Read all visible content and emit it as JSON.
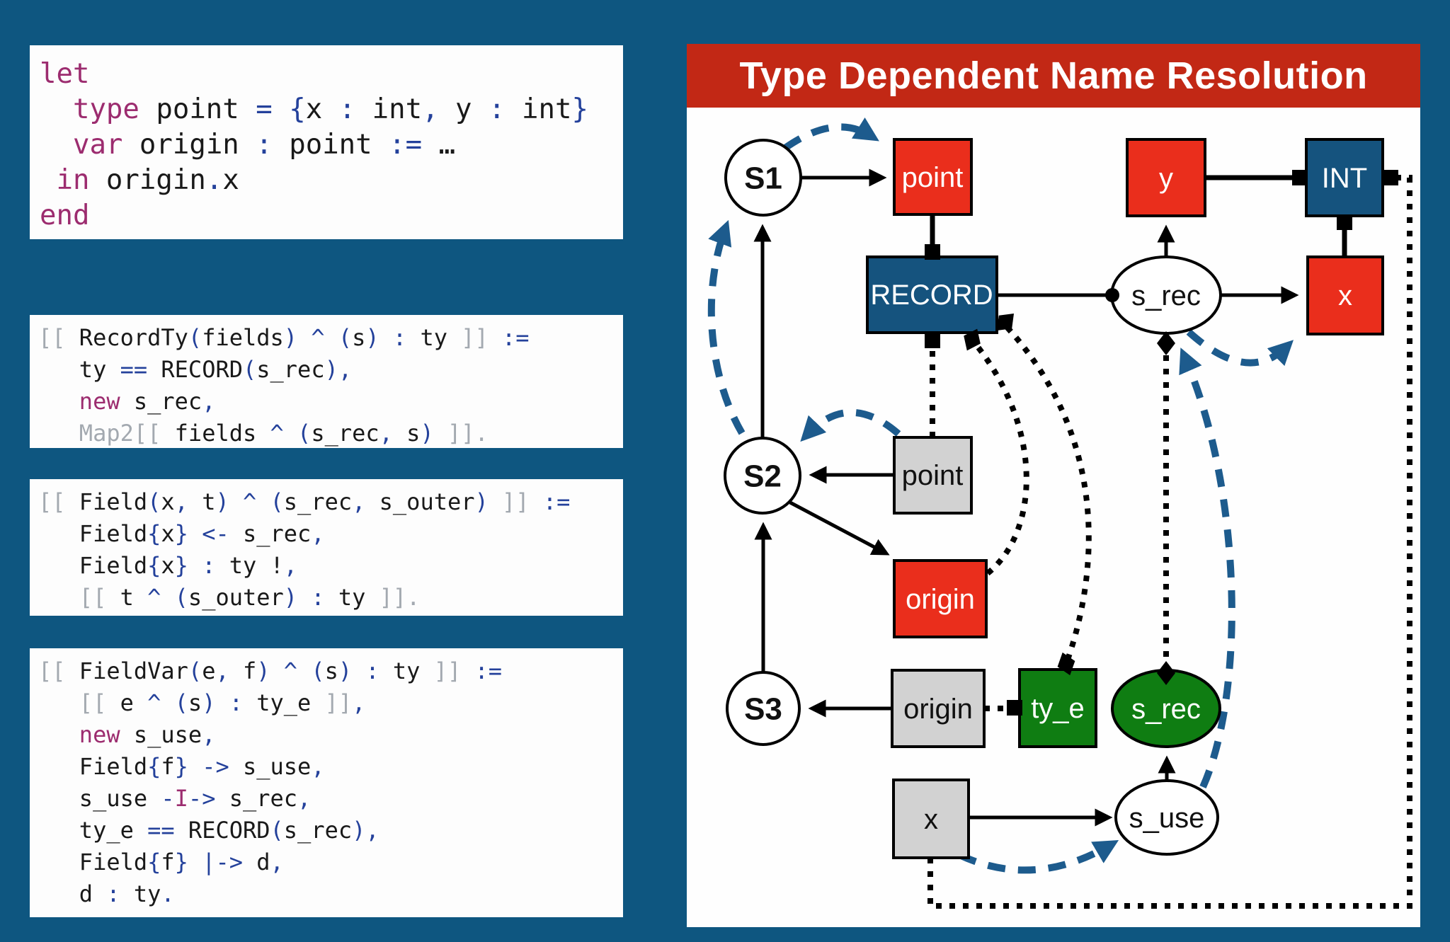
{
  "page": {
    "background": "#0e5680",
    "card_background": "#fdfdfd",
    "accent_colors": {
      "banner_red": "#c22815",
      "node_red": "#ea2e1c",
      "node_dark_blue": "#15537e",
      "node_green": "#0f7d12",
      "node_gray": "#d2d2d2",
      "blue_arrow": "#1d5b8d",
      "code_keyword": "#9c2c6f",
      "code_punct": "#24419b",
      "code_bracket": "#a3a9b0"
    }
  },
  "code_blocks": [
    {
      "name": "example-program",
      "lines": [
        [
          {
            "t": "let",
            "c": "kw"
          }
        ],
        [
          {
            "t": "  ",
            "c": "pl"
          },
          {
            "t": "type",
            "c": "kw"
          },
          {
            "t": " point ",
            "c": "pl"
          },
          {
            "t": "= {",
            "c": "pu"
          },
          {
            "t": "x ",
            "c": "pl"
          },
          {
            "t": ":",
            "c": "pu"
          },
          {
            "t": " int",
            "c": "pl"
          },
          {
            "t": ",",
            "c": "pu"
          },
          {
            "t": " y ",
            "c": "pl"
          },
          {
            "t": ":",
            "c": "pu"
          },
          {
            "t": " int",
            "c": "pl"
          },
          {
            "t": "}",
            "c": "pu"
          }
        ],
        [
          {
            "t": "  ",
            "c": "pl"
          },
          {
            "t": "var",
            "c": "kw"
          },
          {
            "t": " origin ",
            "c": "pl"
          },
          {
            "t": ":",
            "c": "pu"
          },
          {
            "t": " point ",
            "c": "pl"
          },
          {
            "t": ":=",
            "c": "pu"
          },
          {
            "t": " …",
            "c": "pl"
          }
        ],
        [
          {
            "t": " ",
            "c": "pl"
          },
          {
            "t": "in",
            "c": "kw"
          },
          {
            "t": " origin",
            "c": "pl"
          },
          {
            "t": ".",
            "c": "pu"
          },
          {
            "t": "x",
            "c": "pl"
          }
        ],
        [
          {
            "t": "end",
            "c": "kw"
          }
        ]
      ]
    },
    {
      "name": "rule-recordty",
      "lines": [
        [
          {
            "t": "[[",
            "c": "br"
          },
          {
            "t": " RecordTy",
            "c": "pl"
          },
          {
            "t": "(",
            "c": "pu"
          },
          {
            "t": "fields",
            "c": "pl"
          },
          {
            "t": ")",
            "c": "pu"
          },
          {
            "t": " ",
            "c": "pl"
          },
          {
            "t": "^",
            "c": "pu"
          },
          {
            "t": " ",
            "c": "pl"
          },
          {
            "t": "(",
            "c": "pu"
          },
          {
            "t": "s",
            "c": "pl"
          },
          {
            "t": ")",
            "c": "pu"
          },
          {
            "t": " ",
            "c": "pl"
          },
          {
            "t": ":",
            "c": "pu"
          },
          {
            "t": " ty ",
            "c": "pl"
          },
          {
            "t": "]]",
            "c": "br"
          },
          {
            "t": " ",
            "c": "pl"
          },
          {
            "t": ":=",
            "c": "pu"
          }
        ],
        [
          {
            "t": "   ty ",
            "c": "pl"
          },
          {
            "t": "==",
            "c": "pu"
          },
          {
            "t": " RECORD",
            "c": "pl"
          },
          {
            "t": "(",
            "c": "pu"
          },
          {
            "t": "s_rec",
            "c": "pl"
          },
          {
            "t": "),",
            "c": "pu"
          }
        ],
        [
          {
            "t": "   ",
            "c": "pl"
          },
          {
            "t": "new",
            "c": "kw"
          },
          {
            "t": " s_rec",
            "c": "pl"
          },
          {
            "t": ",",
            "c": "pu"
          }
        ],
        [
          {
            "t": "   ",
            "c": "pl"
          },
          {
            "t": "Map2[[",
            "c": "br"
          },
          {
            "t": " fields ",
            "c": "pl"
          },
          {
            "t": "^",
            "c": "pu"
          },
          {
            "t": " ",
            "c": "pl"
          },
          {
            "t": "(",
            "c": "pu"
          },
          {
            "t": "s_rec",
            "c": "pl"
          },
          {
            "t": ",",
            "c": "pu"
          },
          {
            "t": " s",
            "c": "pl"
          },
          {
            "t": ")",
            "c": "pu"
          },
          {
            "t": " ",
            "c": "pl"
          },
          {
            "t": "]].",
            "c": "br"
          }
        ]
      ]
    },
    {
      "name": "rule-field",
      "lines": [
        [
          {
            "t": "[[",
            "c": "br"
          },
          {
            "t": " Field",
            "c": "pl"
          },
          {
            "t": "(",
            "c": "pu"
          },
          {
            "t": "x",
            "c": "pl"
          },
          {
            "t": ",",
            "c": "pu"
          },
          {
            "t": " t",
            "c": "pl"
          },
          {
            "t": ")",
            "c": "pu"
          },
          {
            "t": " ",
            "c": "pl"
          },
          {
            "t": "^",
            "c": "pu"
          },
          {
            "t": " ",
            "c": "pl"
          },
          {
            "t": "(",
            "c": "pu"
          },
          {
            "t": "s_rec",
            "c": "pl"
          },
          {
            "t": ",",
            "c": "pu"
          },
          {
            "t": " s_outer",
            "c": "pl"
          },
          {
            "t": ")",
            "c": "pu"
          },
          {
            "t": " ",
            "c": "pl"
          },
          {
            "t": "]]",
            "c": "br"
          },
          {
            "t": " ",
            "c": "pl"
          },
          {
            "t": ":=",
            "c": "pu"
          }
        ],
        [
          {
            "t": "   Field",
            "c": "pl"
          },
          {
            "t": "{",
            "c": "pu"
          },
          {
            "t": "x",
            "c": "pl"
          },
          {
            "t": "}",
            "c": "pu"
          },
          {
            "t": " ",
            "c": "pl"
          },
          {
            "t": "<-",
            "c": "pu"
          },
          {
            "t": " s_rec",
            "c": "pl"
          },
          {
            "t": ",",
            "c": "pu"
          }
        ],
        [
          {
            "t": "   Field",
            "c": "pl"
          },
          {
            "t": "{",
            "c": "pu"
          },
          {
            "t": "x",
            "c": "pl"
          },
          {
            "t": "}",
            "c": "pu"
          },
          {
            "t": " ",
            "c": "pl"
          },
          {
            "t": ":",
            "c": "pu"
          },
          {
            "t": " ty !",
            "c": "pl"
          },
          {
            "t": ",",
            "c": "pu"
          }
        ],
        [
          {
            "t": "   ",
            "c": "pl"
          },
          {
            "t": "[[",
            "c": "br"
          },
          {
            "t": " t ",
            "c": "pl"
          },
          {
            "t": "^",
            "c": "pu"
          },
          {
            "t": " ",
            "c": "pl"
          },
          {
            "t": "(",
            "c": "pu"
          },
          {
            "t": "s_outer",
            "c": "pl"
          },
          {
            "t": ")",
            "c": "pu"
          },
          {
            "t": " ",
            "c": "pl"
          },
          {
            "t": ":",
            "c": "pu"
          },
          {
            "t": " ty ",
            "c": "pl"
          },
          {
            "t": "]].",
            "c": "br"
          }
        ]
      ]
    },
    {
      "name": "rule-fieldvar",
      "lines": [
        [
          {
            "t": "[[",
            "c": "br"
          },
          {
            "t": " FieldVar",
            "c": "pl"
          },
          {
            "t": "(",
            "c": "pu"
          },
          {
            "t": "e",
            "c": "pl"
          },
          {
            "t": ",",
            "c": "pu"
          },
          {
            "t": " f",
            "c": "pl"
          },
          {
            "t": ")",
            "c": "pu"
          },
          {
            "t": " ",
            "c": "pl"
          },
          {
            "t": "^",
            "c": "pu"
          },
          {
            "t": " ",
            "c": "pl"
          },
          {
            "t": "(",
            "c": "pu"
          },
          {
            "t": "s",
            "c": "pl"
          },
          {
            "t": ")",
            "c": "pu"
          },
          {
            "t": " ",
            "c": "pl"
          },
          {
            "t": ":",
            "c": "pu"
          },
          {
            "t": " ty ",
            "c": "pl"
          },
          {
            "t": "]]",
            "c": "br"
          },
          {
            "t": " ",
            "c": "pl"
          },
          {
            "t": ":=",
            "c": "pu"
          }
        ],
        [
          {
            "t": "   ",
            "c": "pl"
          },
          {
            "t": "[[",
            "c": "br"
          },
          {
            "t": " e ",
            "c": "pl"
          },
          {
            "t": "^",
            "c": "pu"
          },
          {
            "t": " ",
            "c": "pl"
          },
          {
            "t": "(",
            "c": "pu"
          },
          {
            "t": "s",
            "c": "pl"
          },
          {
            "t": ")",
            "c": "pu"
          },
          {
            "t": " ",
            "c": "pl"
          },
          {
            "t": ":",
            "c": "pu"
          },
          {
            "t": " ty_e ",
            "c": "pl"
          },
          {
            "t": "]]",
            "c": "br"
          },
          {
            "t": ",",
            "c": "pu"
          }
        ],
        [
          {
            "t": "   ",
            "c": "pl"
          },
          {
            "t": "new",
            "c": "kw"
          },
          {
            "t": " s_use",
            "c": "pl"
          },
          {
            "t": ",",
            "c": "pu"
          }
        ],
        [
          {
            "t": "   Field",
            "c": "pl"
          },
          {
            "t": "{",
            "c": "pu"
          },
          {
            "t": "f",
            "c": "pl"
          },
          {
            "t": "}",
            "c": "pu"
          },
          {
            "t": " ",
            "c": "pl"
          },
          {
            "t": "->",
            "c": "pu"
          },
          {
            "t": " s_use",
            "c": "pl"
          },
          {
            "t": ",",
            "c": "pu"
          }
        ],
        [
          {
            "t": "   s_use ",
            "c": "pl"
          },
          {
            "t": "-",
            "c": "pu"
          },
          {
            "t": "I",
            "c": "kw"
          },
          {
            "t": "->",
            "c": "pu"
          },
          {
            "t": " s_rec",
            "c": "pl"
          },
          {
            "t": ",",
            "c": "pu"
          }
        ],
        [
          {
            "t": "   ty_e ",
            "c": "pl"
          },
          {
            "t": "==",
            "c": "pu"
          },
          {
            "t": " RECORD",
            "c": "pl"
          },
          {
            "t": "(",
            "c": "pu"
          },
          {
            "t": "s_rec",
            "c": "pl"
          },
          {
            "t": "),",
            "c": "pu"
          }
        ],
        [
          {
            "t": "   Field",
            "c": "pl"
          },
          {
            "t": "{",
            "c": "pu"
          },
          {
            "t": "f",
            "c": "pl"
          },
          {
            "t": "}",
            "c": "pu"
          },
          {
            "t": " ",
            "c": "pl"
          },
          {
            "t": "|->",
            "c": "pu"
          },
          {
            "t": " d",
            "c": "pl"
          },
          {
            "t": ",",
            "c": "pu"
          }
        ],
        [
          {
            "t": "   d ",
            "c": "pl"
          },
          {
            "t": ":",
            "c": "pu"
          },
          {
            "t": " ty",
            "c": "pl"
          },
          {
            "t": ".",
            "c": "pu"
          }
        ]
      ]
    }
  ],
  "diagram": {
    "title": "Type Dependent Name Resolution",
    "nodes": {
      "s1": {
        "label": "S1"
      },
      "s2": {
        "label": "S2"
      },
      "s3": {
        "label": "S3"
      },
      "point_decl": {
        "label": "point"
      },
      "y_decl": {
        "label": "y"
      },
      "int_type": {
        "label": "INT"
      },
      "record_type": {
        "label": "RECORD"
      },
      "s_rec_var": {
        "label": "s_rec"
      },
      "x_decl": {
        "label": "x"
      },
      "point_use": {
        "label": "point"
      },
      "origin_decl": {
        "label": "origin"
      },
      "origin_use": {
        "label": "origin"
      },
      "ty_e_var": {
        "label": "ty_e"
      },
      "s_rec_sym": {
        "label": "s_rec"
      },
      "x_use": {
        "label": "x"
      },
      "s_use_var": {
        "label": "s_use"
      }
    }
  }
}
